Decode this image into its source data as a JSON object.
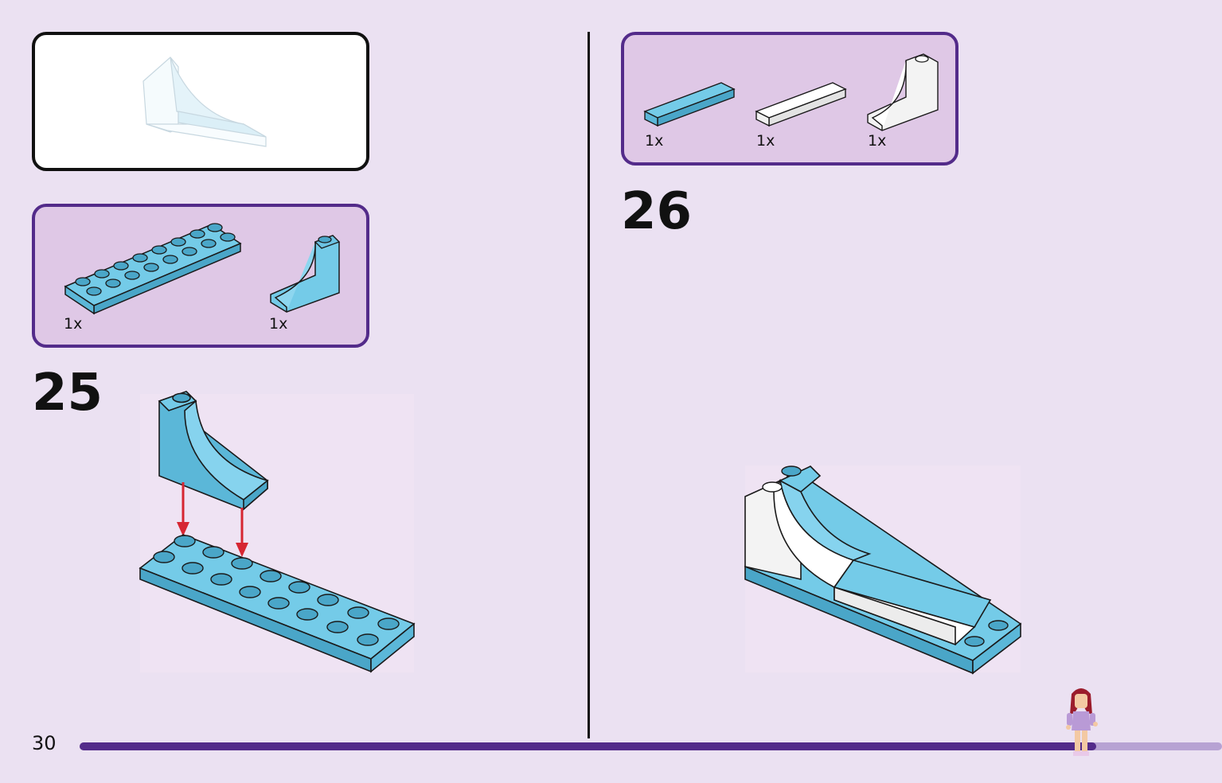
{
  "page": {
    "number": "30",
    "background": "#ebe1f2"
  },
  "colors": {
    "accent": "#532b8a",
    "brick_blue": "#6dc6e6",
    "brick_blue_dark": "#4aa6c8",
    "brick_white": "#ffffff"
  },
  "progress": {
    "fraction": 0.89
  },
  "steps": [
    {
      "number": "25",
      "parts": [
        {
          "quantity": "1x",
          "piece": "blue-plate-2x8"
        },
        {
          "quantity": "1x",
          "piece": "blue-slope-curved"
        }
      ]
    },
    {
      "number": "26",
      "parts": [
        {
          "quantity": "1x",
          "piece": "blue-tile-1x4"
        },
        {
          "quantity": "1x",
          "piece": "white-tile-1x4"
        },
        {
          "quantity": "1x",
          "piece": "white-slope-curved"
        }
      ]
    }
  ],
  "icons": {
    "arrow": "red-down-arrow-icon",
    "figure": "minifigure-icon"
  }
}
